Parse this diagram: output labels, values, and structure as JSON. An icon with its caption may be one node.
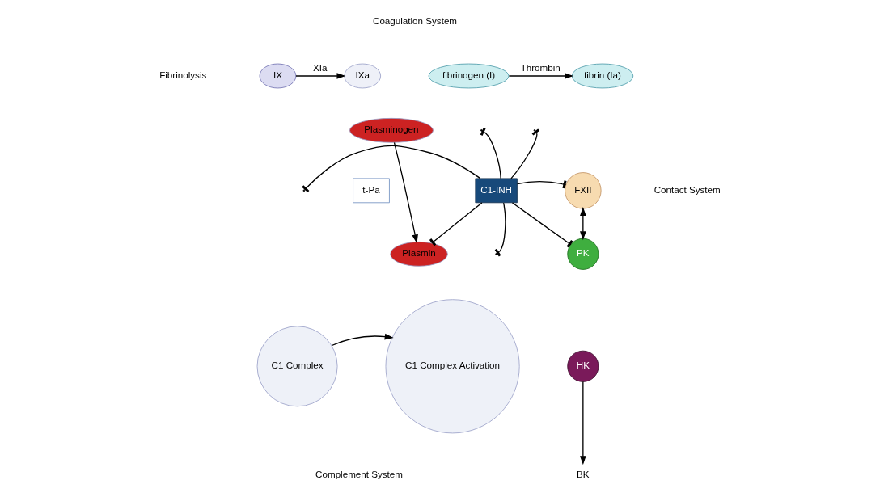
{
  "diagram": {
    "nodes": [
      {
        "text": [
          "IX"
        ]
      },
      {
        "text": [
          "IXa"
        ]
      },
      {
        "text": [
          "fibrinogen (I)"
        ]
      },
      {
        "text": [
          "fibrin (Ia)"
        ]
      },
      {
        "text": [
          "Plasminogen"
        ]
      },
      {
        "text": [
          "t-Pa"
        ]
      },
      {
        "text": [
          "Plasmin"
        ]
      },
      {
        "text": [
          "C1-INH"
        ]
      },
      {
        "text": [
          "FXII"
        ]
      },
      {
        "text": [
          "PK"
        ]
      },
      {
        "text": [
          "HK"
        ]
      },
      {
        "text": [
          "BK"
        ]
      },
      {
        "text": [
          "C1 Complex"
        ]
      },
      {
        "text": [
          "C1 Complex Activation"
        ]
      }
    ],
    "edges": [
      {
        "from": 0,
        "to": 1,
        "arrow": "to",
        "label": "XIa"
      },
      {
        "from": 2,
        "to": 3,
        "arrow": "to",
        "label": "Thrombin"
      },
      {
        "from": 4,
        "to": 6,
        "arrow": "to"
      },
      {
        "from": 7,
        "to": null,
        "arrow": "other"
      },
      {
        "from": 7,
        "to": null,
        "arrow": "other"
      },
      {
        "from": 7,
        "to": null,
        "arrow": "other"
      },
      {
        "from": 7,
        "to": 6,
        "arrow": "other"
      },
      {
        "from": 7,
        "to": 8,
        "arrow": "other"
      },
      {
        "from": 7,
        "to": 9,
        "arrow": "other"
      },
      {
        "from": 7,
        "to": null,
        "arrow": "other"
      },
      {
        "from": 12,
        "to": 13,
        "arrow": "to"
      },
      {
        "from": 8,
        "to": 9,
        "arrow": "both"
      },
      {
        "from": 10,
        "to": 11,
        "arrow": "to"
      }
    ],
    "labels": [
      "Coagulation System",
      "Fibrinolysis",
      "Contact System",
      "Complement System"
    ]
  }
}
